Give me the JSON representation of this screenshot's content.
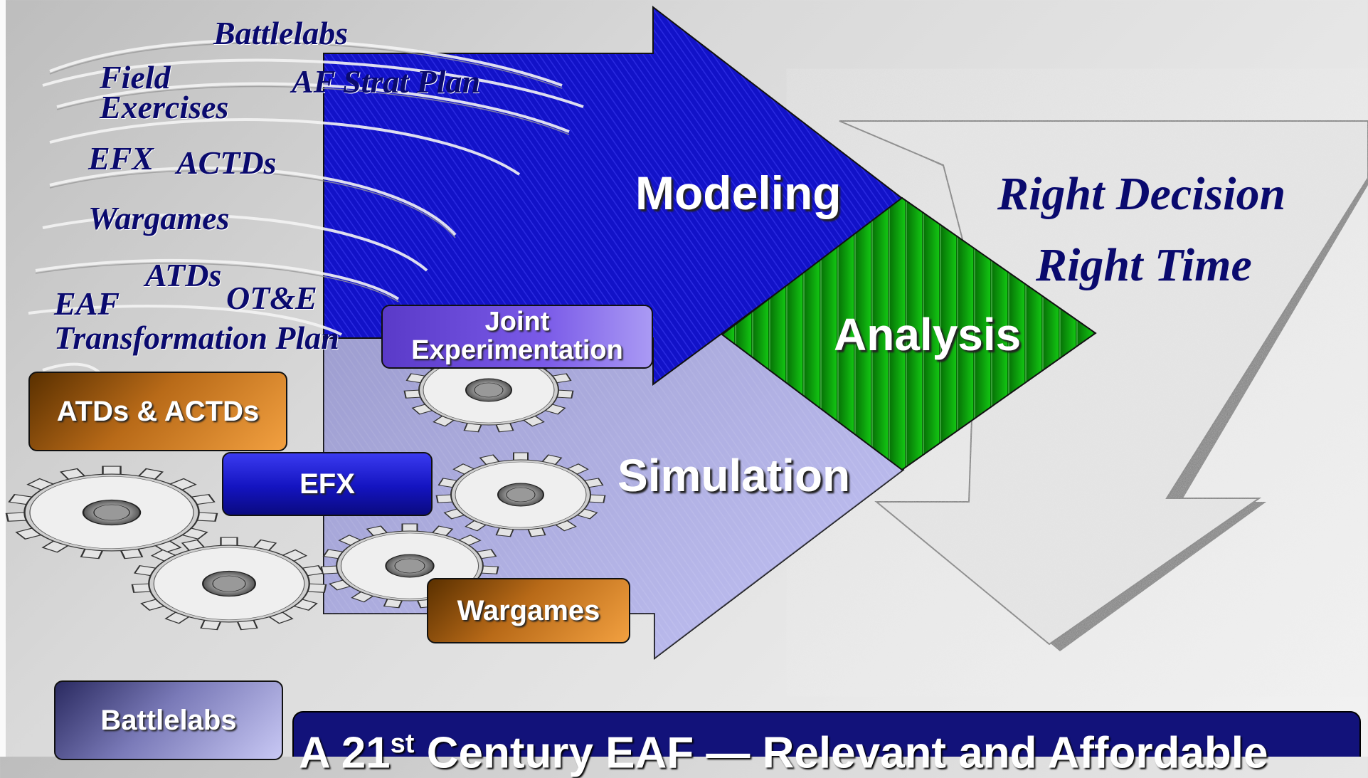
{
  "inputs": {
    "battlelabs": "Battlelabs",
    "field": "Field",
    "exercises": "Exercises",
    "af_strat_plan": "AF Strat Plan",
    "efx": "EFX",
    "actds": "ACTDs",
    "wargames": "Wargames",
    "atds": "ATDs",
    "ot_e": "OT&E",
    "eaf": "EAF",
    "transformation_plan": "Transformation Plan"
  },
  "boxes": {
    "joint_experimentation": "Joint Experimentation",
    "atds_actds": "ATDs & ACTDs",
    "efx": "EFX",
    "wargames": "Wargames",
    "battlelabs": "Battlelabs"
  },
  "process": {
    "modeling": "Modeling",
    "analysis": "Analysis",
    "simulation": "Simulation"
  },
  "outcome": {
    "line1": "Right Decision",
    "line2": "Right Time"
  },
  "banner": {
    "text_main": "A 21",
    "text_sup": "st",
    "text_rest": " Century EAF — Relevant and Affordable"
  },
  "colors": {
    "modeling_arrow": "#1010c8",
    "analysis_diamond": "#0a9a0a",
    "simulation_arrow": "#b8b8f0",
    "banner": "#12127a",
    "orange_box": "#e08a2a",
    "blue_box": "#1a1ad0",
    "purple_box": "#6a4ad8",
    "lavender_box": "#9a9ad8",
    "text_navy": "#0a0a6e"
  }
}
